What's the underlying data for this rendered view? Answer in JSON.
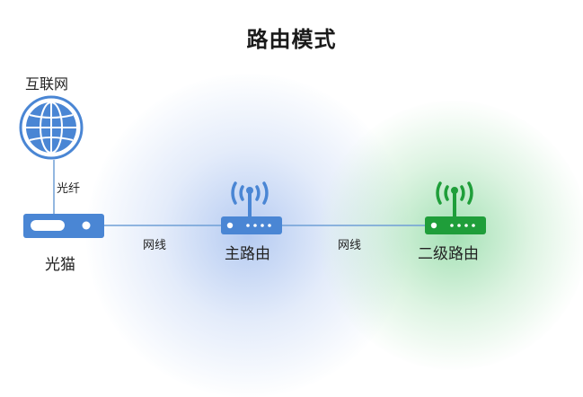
{
  "title": "路由模式",
  "nodes": {
    "internet": "互联网",
    "modem": "光猫",
    "main_router": "主路由",
    "secondary_router": "二级路由"
  },
  "links": {
    "fiber": "光纤",
    "cable1": "网线",
    "cable2": "网线"
  },
  "colors": {
    "blue": "#4a86d4",
    "green": "#1f9e3a",
    "line": "#6f9fd6"
  }
}
